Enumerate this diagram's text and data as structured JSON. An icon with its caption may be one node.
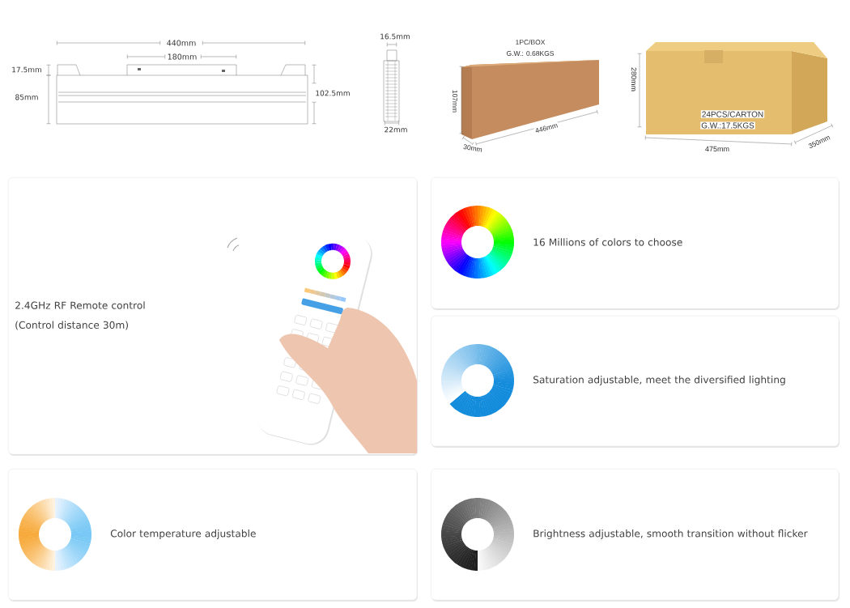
{
  "diagram": {
    "nodes": [
      {
        "text": [
          "2.4GHz RF Remote control",
          "(Control distance 30m)"
        ]
      },
      {
        "text": [
          "16 Millions of colors to choose"
        ]
      },
      {
        "text": [
          "Saturation adjustable, meet the diversified lighting"
        ]
      },
      {
        "text": [
          "Color temperature adjustable"
        ]
      },
      {
        "text": [
          "Brightness adjustable, smooth transition without flicker"
        ]
      }
    ],
    "labels": [
      "440mm",
      "16.5mm",
      "1PC/BOX",
      "G.W.: 0.68KGS",
      "180mm",
      "17.5mm",
      "280mm",
      "107mm",
      "85mm",
      "102.5mm",
      "24PCS/CARTON",
      "G.W.:17.5KGS",
      "446mm",
      "22mm",
      "30mm",
      "475mm",
      "350mm"
    ]
  }
}
